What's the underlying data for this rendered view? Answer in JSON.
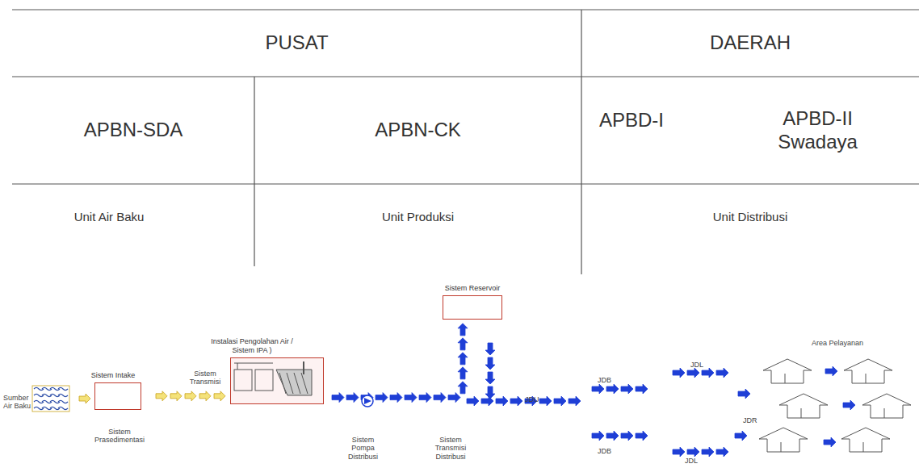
{
  "diagram": {
    "nodes": [
      {
        "text": [
          "PUSAT"
        ]
      },
      {
        "text": [
          "DAERAH"
        ]
      },
      {
        "text": [
          "APBN-SDA"
        ]
      },
      {
        "text": [
          "APBN-CK"
        ]
      },
      {
        "text": [
          "APBD-I",
          "APBD-II Swadaya"
        ]
      },
      {
        "text": [
          "Unit Air Baku"
        ]
      },
      {
        "text": [
          "Unit Produksi"
        ]
      },
      {
        "text": [
          "Unit Distribusi"
        ]
      },
      {
        "text": [
          "Sistem Intake"
        ]
      },
      {
        "text": [
          "Instalasi Pengolahan Air / Sistem IPA )"
        ]
      },
      {
        "text": [
          "Sistem Reservoir"
        ]
      }
    ],
    "edges": [
      {
        "from": 8,
        "to": 9,
        "arrow": "to"
      },
      {
        "from": 9,
        "to": 10,
        "arrow": "to"
      }
    ],
    "labels": [
      "Sumber Air Baku",
      "Sistem Prasedimentasi",
      "Sistem Transmisi",
      "Sistem Pompa Distribusi",
      "Sistem Transmisi Distribusi",
      "JDU",
      "JDB",
      "JDL",
      "JDR",
      "JDB",
      "JDL",
      "Area Pelayanan"
    ]
  }
}
